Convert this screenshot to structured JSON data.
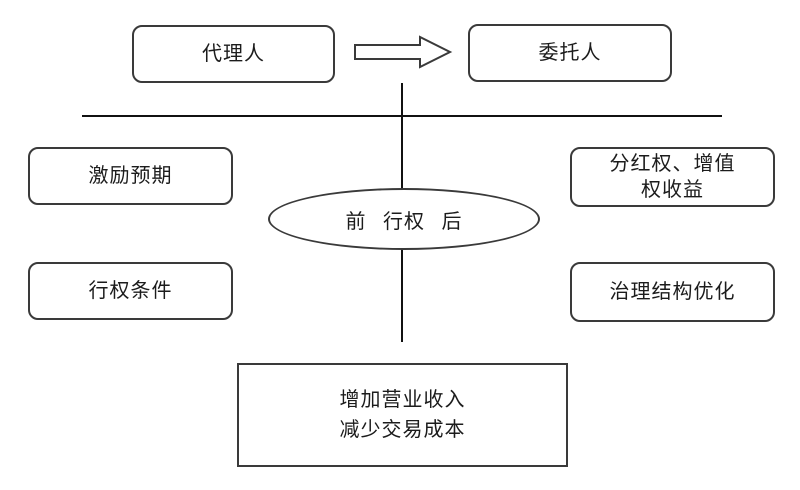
{
  "diagram": {
    "nodes": {
      "agent": "代理人",
      "principal": "委托人",
      "incentive_expectation": "激励预期",
      "exercise_condition": "行权条件",
      "exercise_timeline": "前 行权 后",
      "dividend_rights_line1": "分红权、增值",
      "dividend_rights_line2": "权收益",
      "governance_optimization": "治理结构优化",
      "outcome_line1": "增加营业收入",
      "outcome_line2": "减少交易成本"
    },
    "colors": {
      "border": "#3a3a3a",
      "line": "#111111",
      "text": "#1c1c1c",
      "background": "#ffffff"
    }
  }
}
